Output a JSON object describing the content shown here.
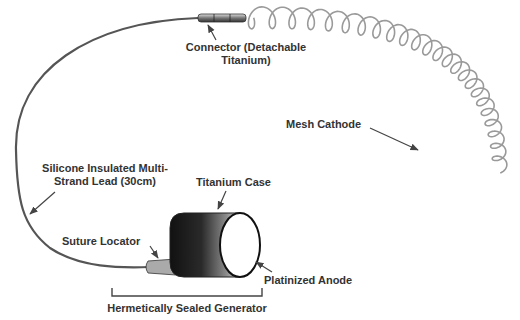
{
  "diagram": {
    "labels": [
      "Connector (Detachable Titanium)",
      "Mesh Cathode",
      "Silicone Insulated Multi-Strand Lead (30cm)",
      "Titanium Case",
      "Suture Locator",
      "Platinized Anode",
      "Hermetically Sealed Generator"
    ]
  }
}
